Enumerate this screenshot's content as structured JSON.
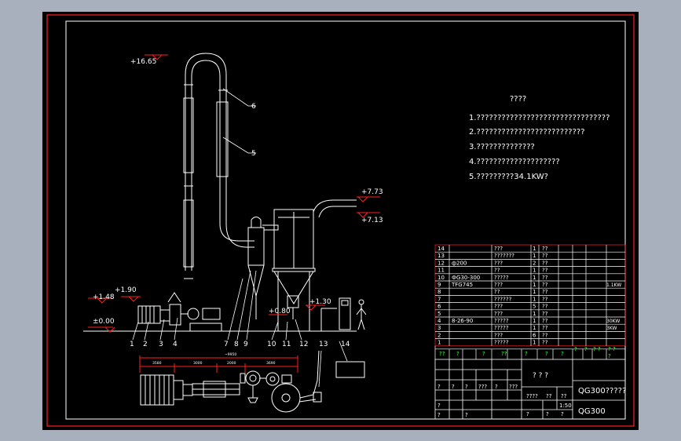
{
  "colors": {
    "frame": "#ff2020",
    "line": "#ffffff",
    "accent_red": "#ff2020",
    "accent_green": "#39ff39",
    "background": "#000000",
    "outer": "#a9b0bd"
  },
  "notes": {
    "title": "????",
    "items": [
      "1.????????????????????????????????",
      "2.??????????????????????????",
      "3.??????????????",
      "4.????????????????????",
      "5.?????????34.1KW?"
    ]
  },
  "elevations": {
    "e1665": "+16.65",
    "e773": "+7.73",
    "e713": "+7.13",
    "e190": "+1.90",
    "e148": "+1.48",
    "e000": "±0.00",
    "e080": "+0.80",
    "e130": "+1.30"
  },
  "leaders": {
    "l6": "6",
    "l5": "5",
    "b1": "1",
    "b2": "2",
    "b3": "3",
    "b4": "4",
    "b7": "7",
    "b8": "8",
    "b9": "9",
    "b10": "10",
    "b11": "11",
    "b12": "12",
    "b13": "13",
    "b14": "14"
  },
  "plan_dims": {
    "total": "~9950",
    "d1": "3580",
    "d2": "3000",
    "d3": "2000",
    "d4": "3690"
  },
  "bom": {
    "rows": [
      {
        "no": "14",
        "code": "",
        "name": "???",
        "qty": "1",
        "mat": "??",
        "note": ""
      },
      {
        "no": "13",
        "code": "",
        "name": "???????",
        "qty": "1",
        "mat": "??",
        "note": ""
      },
      {
        "no": "12",
        "code": "ф200",
        "name": "???",
        "qty": "2",
        "mat": "??",
        "note": ""
      },
      {
        "no": "11",
        "code": "",
        "name": "??",
        "qty": "1",
        "mat": "??",
        "note": ""
      },
      {
        "no": "10",
        "code": "ФG30-300",
        "name": "?????",
        "qty": "1",
        "mat": "??",
        "note": ""
      },
      {
        "no": "9",
        "code": "TFG745",
        "name": "???",
        "qty": "1",
        "mat": "??",
        "note": "1.1KW"
      },
      {
        "no": "8",
        "code": "",
        "name": "??",
        "qty": "1",
        "mat": "??",
        "note": ""
      },
      {
        "no": "7",
        "code": "",
        "name": "??????",
        "qty": "1",
        "mat": "??",
        "note": ""
      },
      {
        "no": "6",
        "code": "",
        "name": "???",
        "qty": "5",
        "mat": "??",
        "note": ""
      },
      {
        "no": "5",
        "code": "",
        "name": "???",
        "qty": "1",
        "mat": "??",
        "note": ""
      },
      {
        "no": "4",
        "code": "8-26-90",
        "name": "?????",
        "qty": "1",
        "mat": "??",
        "note": "30KW"
      },
      {
        "no": "3",
        "code": "",
        "name": "?????",
        "qty": "1",
        "mat": "??",
        "note": "3KW"
      },
      {
        "no": "2",
        "code": "",
        "name": "???",
        "qty": "6",
        "mat": "??",
        "note": ""
      },
      {
        "no": "1",
        "code": "",
        "name": "?????",
        "qty": "1",
        "mat": "??",
        "note": ""
      }
    ],
    "header": [
      "??",
      "?",
      "?",
      "??",
      "?",
      "?",
      "?",
      "?",
      "?",
      "? ?",
      "? ?",
      "?"
    ],
    "title_small": "? ? ?",
    "drawing_name": "QG300?????",
    "drawing_code": "QG300",
    "scale": "1:50",
    "rev_row": [
      "?",
      "?",
      "?",
      "???",
      "?",
      "???"
    ],
    "sign_labels": [
      "?",
      "?",
      "?"
    ],
    "misc1": "????",
    "misc2": "??",
    "misc3": "??",
    "misc4": "?",
    "misc5": "?",
    "misc6": "?"
  }
}
